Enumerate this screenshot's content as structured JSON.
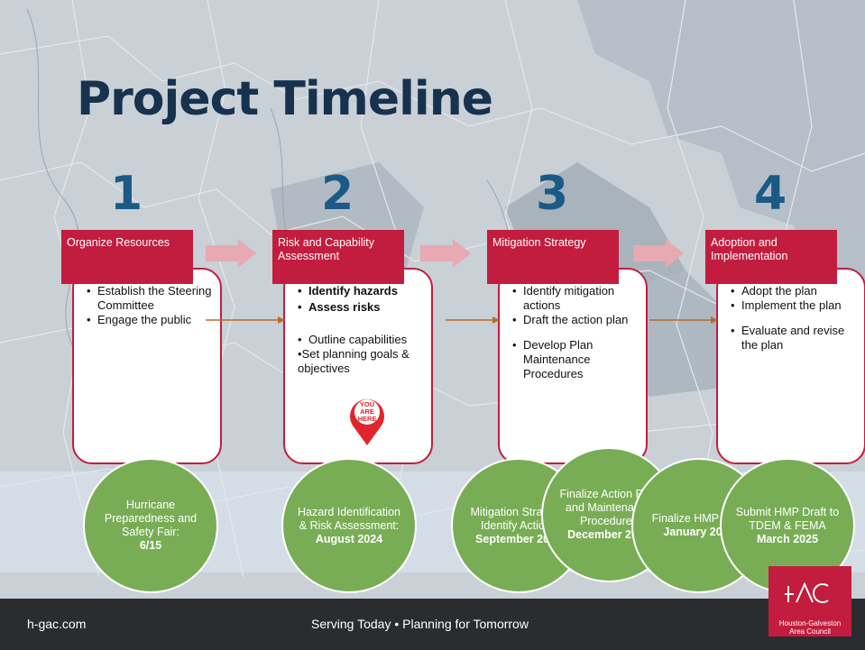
{
  "title": "Project Timeline",
  "steps": [
    {
      "number": "1",
      "phase": "Organize Resources",
      "items": [
        "Establish the Steering Committee",
        "Engage the public"
      ]
    },
    {
      "number": "2",
      "phase": "Risk and Capability Assessment",
      "items": [
        "Identify hazards",
        "Assess risks",
        "Outline capabilities",
        "Set planning goals & objectives"
      ]
    },
    {
      "number": "3",
      "phase": "Mitigation Strategy",
      "items": [
        "Identify mitigation actions",
        "Draft the action plan",
        "Develop Plan Maintenance Procedures"
      ]
    },
    {
      "number": "4",
      "phase": "Adoption and Implementation",
      "items": [
        "Adopt the plan",
        "Implement the plan",
        "Evaluate and revise the plan"
      ]
    }
  ],
  "you_are_here": [
    "YOU",
    "ARE",
    "HERE"
  ],
  "milestones": [
    {
      "text": "Hurricane Preparedness and Safety Fair:",
      "date": "6/15"
    },
    {
      "text": "Hazard Identification & Risk Assessment:",
      "date": "August 2024"
    },
    {
      "text": "Mitigation Strategy: Identify Actions",
      "date": "September 2024"
    },
    {
      "text": "Finalize Action Plan and Maintenance Procedures",
      "date": "December 2024"
    },
    {
      "text": "Finalize HMP Draft",
      "date": "January 2025"
    },
    {
      "text": "Submit HMP Draft to TDEM & FEMA",
      "date": "March 2025"
    }
  ],
  "footer": {
    "left": "h-gac.com",
    "center": "Serving Today • Planning for Tomorrow"
  },
  "logo": {
    "line1": "Houston-Galveston",
    "line2": "Area Council"
  },
  "colors": {
    "accent": "#c21d3e",
    "title": "#16324f",
    "step_number": "#1b5a86",
    "milestone": "#79ad55",
    "connector": "#b86b2a",
    "footer": "#2b2c30"
  }
}
